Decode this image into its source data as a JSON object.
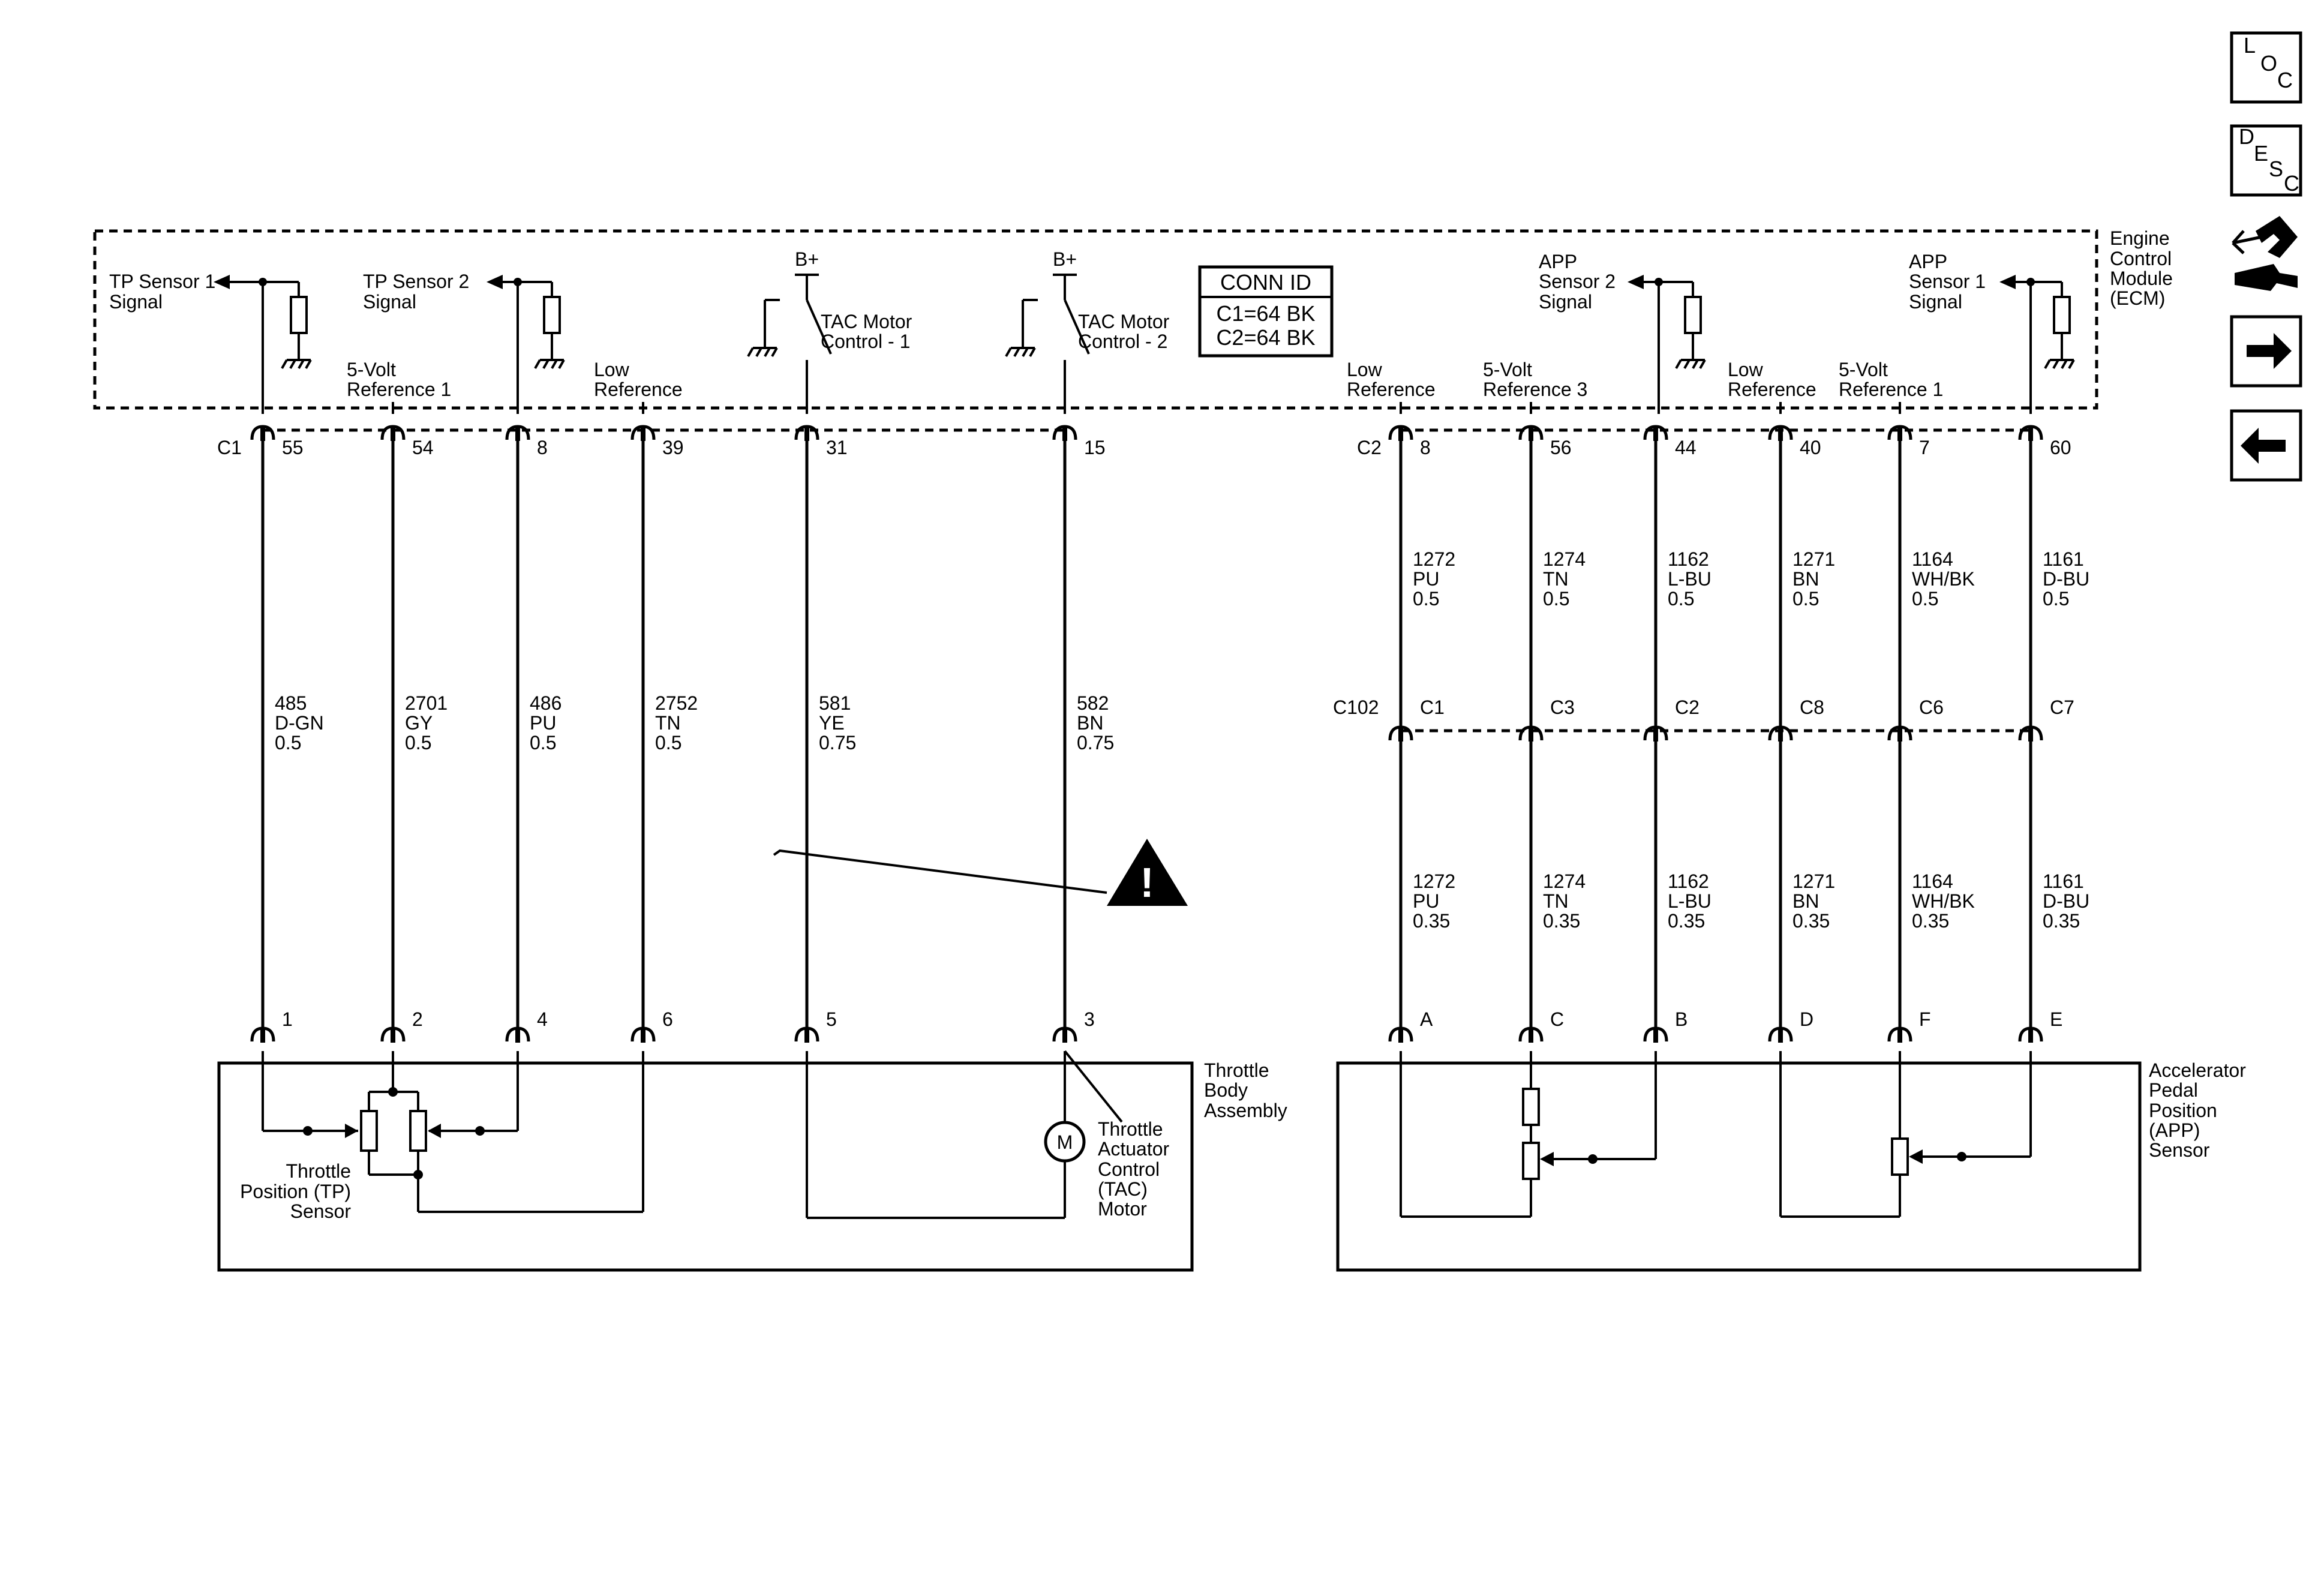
{
  "ecm": {
    "name": [
      "Engine",
      "Control",
      "Module",
      "(ECM)"
    ],
    "conn_id": {
      "title": "CONN ID",
      "c1": "C1=64 BK",
      "c2": "C2=64 BK"
    },
    "b_plus": "B+",
    "signals": {
      "tp1": [
        "TP Sensor 1",
        "Signal"
      ],
      "tp2": [
        "TP Sensor 2",
        "Signal"
      ],
      "app2": [
        "APP",
        "Sensor 2",
        "Signal"
      ],
      "app1": [
        "APP",
        "Sensor 1",
        "Signal"
      ],
      "tac1": [
        "TAC Motor",
        "Control - 1"
      ],
      "tac2": [
        "TAC Motor",
        "Control - 2"
      ]
    },
    "refs": {
      "ref5v_1_left": [
        "5-Volt",
        "Reference 1"
      ],
      "low_ref_left": [
        "Low",
        "Reference"
      ],
      "low_ref_right_a": [
        "Low",
        "Reference"
      ],
      "ref5v_3": [
        "5-Volt",
        "Reference 3"
      ],
      "low_ref_right_b": [
        "Low",
        "Reference"
      ],
      "ref5v_1_right": [
        "5-Volt",
        "Reference 1"
      ]
    }
  },
  "connectors": {
    "c1": "C1",
    "c2": "C2",
    "c102": "C102"
  },
  "left_circuits": [
    {
      "ecm_pin": "55",
      "wire": [
        "485",
        "D-GN",
        "0.5"
      ],
      "comp_pin": "1"
    },
    {
      "ecm_pin": "54",
      "wire": [
        "2701",
        "GY",
        "0.5"
      ],
      "comp_pin": "2"
    },
    {
      "ecm_pin": "8",
      "wire": [
        "486",
        "PU",
        "0.5"
      ],
      "comp_pin": "4"
    },
    {
      "ecm_pin": "39",
      "wire": [
        "2752",
        "TN",
        "0.5"
      ],
      "comp_pin": "6"
    },
    {
      "ecm_pin": "31",
      "wire": [
        "581",
        "YE",
        "0.75"
      ],
      "comp_pin": "5"
    },
    {
      "ecm_pin": "15",
      "wire": [
        "582",
        "BN",
        "0.75"
      ],
      "comp_pin": "3"
    }
  ],
  "right_circuits": [
    {
      "ecm_pin": "8",
      "wire_upper": [
        "1272",
        "PU",
        "0.5"
      ],
      "c102_pin": "C1",
      "wire_lower": [
        "1272",
        "PU",
        "0.35"
      ],
      "comp_pin": "A"
    },
    {
      "ecm_pin": "56",
      "wire_upper": [
        "1274",
        "TN",
        "0.5"
      ],
      "c102_pin": "C3",
      "wire_lower": [
        "1274",
        "TN",
        "0.35"
      ],
      "comp_pin": "C"
    },
    {
      "ecm_pin": "44",
      "wire_upper": [
        "1162",
        "L-BU",
        "0.5"
      ],
      "c102_pin": "C2",
      "wire_lower": [
        "1162",
        "L-BU",
        "0.35"
      ],
      "comp_pin": "B"
    },
    {
      "ecm_pin": "40",
      "wire_upper": [
        "1271",
        "BN",
        "0.5"
      ],
      "c102_pin": "C8",
      "wire_lower": [
        "1271",
        "BN",
        "0.35"
      ],
      "comp_pin": "D"
    },
    {
      "ecm_pin": "7",
      "wire_upper": [
        "1164",
        "WH/BK",
        "0.5"
      ],
      "c102_pin": "C6",
      "wire_lower": [
        "1164",
        "WH/BK",
        "0.35"
      ],
      "comp_pin": "F"
    },
    {
      "ecm_pin": "60",
      "wire_upper": [
        "1161",
        "D-BU",
        "0.5"
      ],
      "c102_pin": "C7",
      "wire_lower": [
        "1161",
        "D-BU",
        "0.35"
      ],
      "comp_pin": "E"
    }
  ],
  "components": {
    "throttle_body": [
      "Throttle",
      "Body",
      "Assembly"
    ],
    "tp_sensor": [
      "Throttle",
      "Position (TP)",
      "Sensor"
    ],
    "tac_motor": [
      "Throttle",
      "Actuator",
      "Control",
      "(TAC)",
      "Motor"
    ],
    "motor_symbol": "M",
    "app_sensor": [
      "Accelerator",
      "Pedal",
      "Position",
      "(APP)",
      "Sensor"
    ]
  },
  "nav": {
    "loc": [
      "L",
      "O",
      "C"
    ],
    "desc": [
      "D",
      "E",
      "S",
      "C"
    ]
  },
  "warning_icon": "!"
}
